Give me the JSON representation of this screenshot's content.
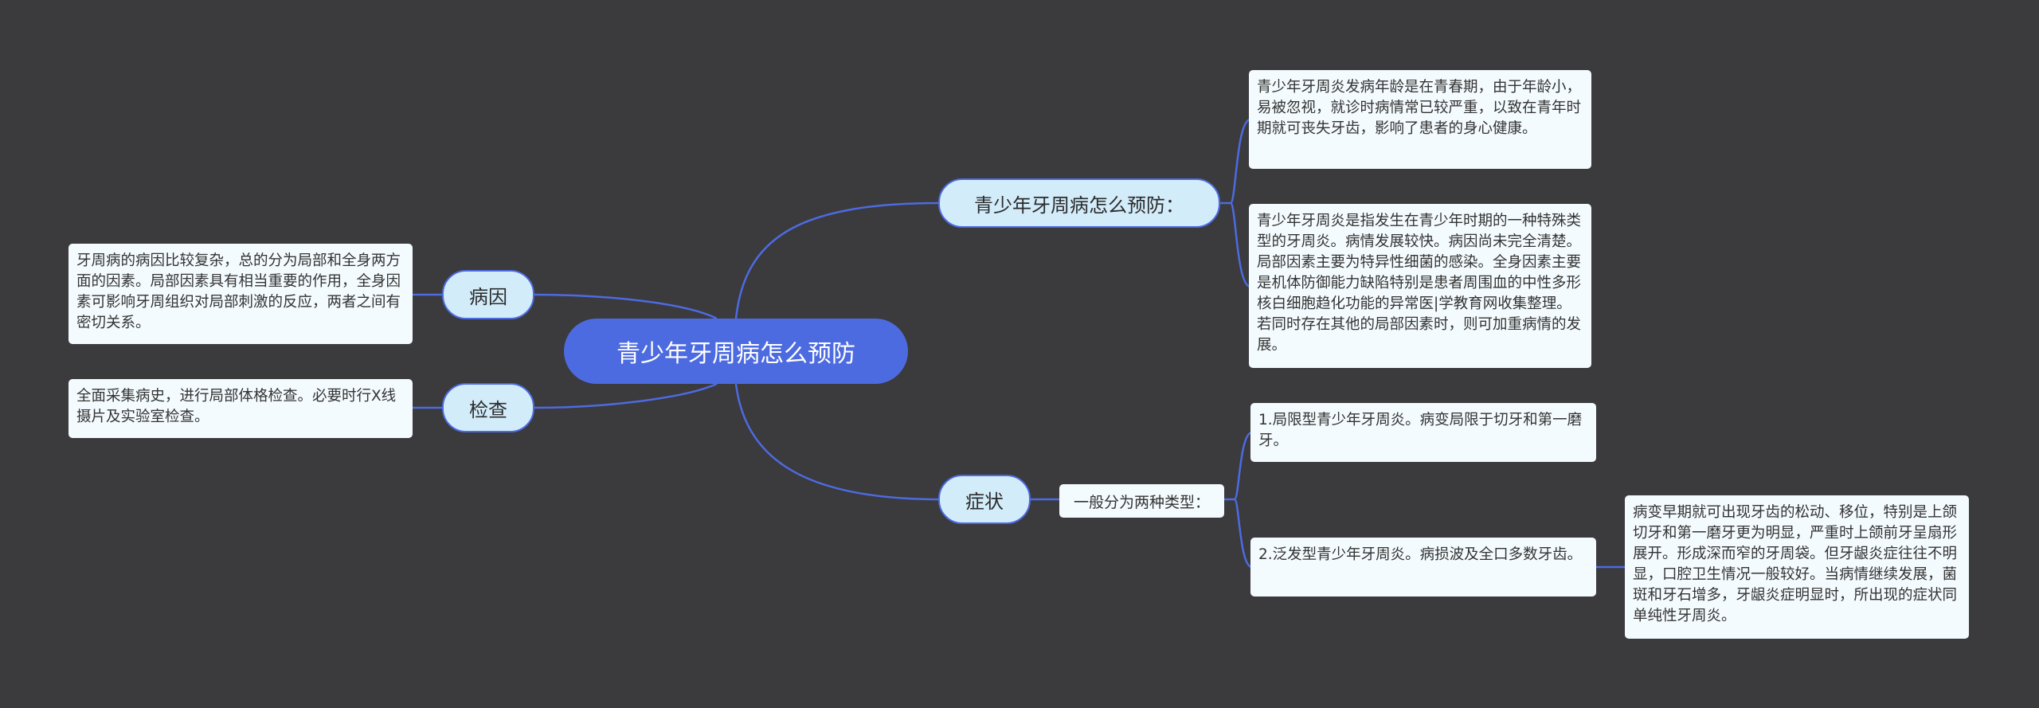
{
  "root": {
    "label": "青少年牙周病怎么预防"
  },
  "branches": {
    "prevention": {
      "label": "青少年牙周病怎么预防：",
      "notes": [
        "青少年牙周炎发病年龄是在青春期，由于年龄小，易被忽视，就诊时病情常已较严重，以致在青年时期就可丧失牙齿，影响了患者的身心健康。",
        "青少年牙周炎是指发生在青少年时期的一种特殊类型的牙周炎。病情发展较快。病因尚未完全清楚。局部因素主要为特异性细菌的感染。全身因素主要是机体防御能力缺陷特别是患者周围血的中性多形核白细胞趋化功能的异常医|学教育网收集整理。若同时存在其他的局部因素时，则可加重病情的发展。"
      ]
    },
    "cause": {
      "label": "病因",
      "note": "牙周病的病因比较复杂，总的分为局部和全身两方面的因素。局部因素具有相当重要的作用，全身因素可影响牙周组织对局部刺激的反应，两者之间有密切关系。"
    },
    "exam": {
      "label": "检查",
      "note": "全面采集病史，进行局部体格检查。必要时行X线摄片及实验室检查。"
    },
    "symptoms": {
      "label": "症状",
      "sub": "一般分为两种类型：",
      "type1": "1.局限型青少年牙周炎。病变局限于切牙和第一磨牙。",
      "type2": "2.泛发型青少年牙周炎。病损波及全口多数牙齿。",
      "detail": "病变早期就可出现牙齿的松动、移位，特别是上颌切牙和第一磨牙更为明显，严重时上颌前牙呈扇形展开。形成深而窄的牙周袋。但牙龈炎症往往不明显，口腔卫生情况一般较好。当病情继续发展，菌斑和牙石增多，牙龈炎症明显时，所出现的症状同单纯性牙周炎。"
    }
  },
  "colors": {
    "background": "#3b3a3d",
    "root": "#4d6be0",
    "branch_fill": "#d3ecfa",
    "card_fill": "#f4fbfe",
    "link": "#4d6be0"
  }
}
